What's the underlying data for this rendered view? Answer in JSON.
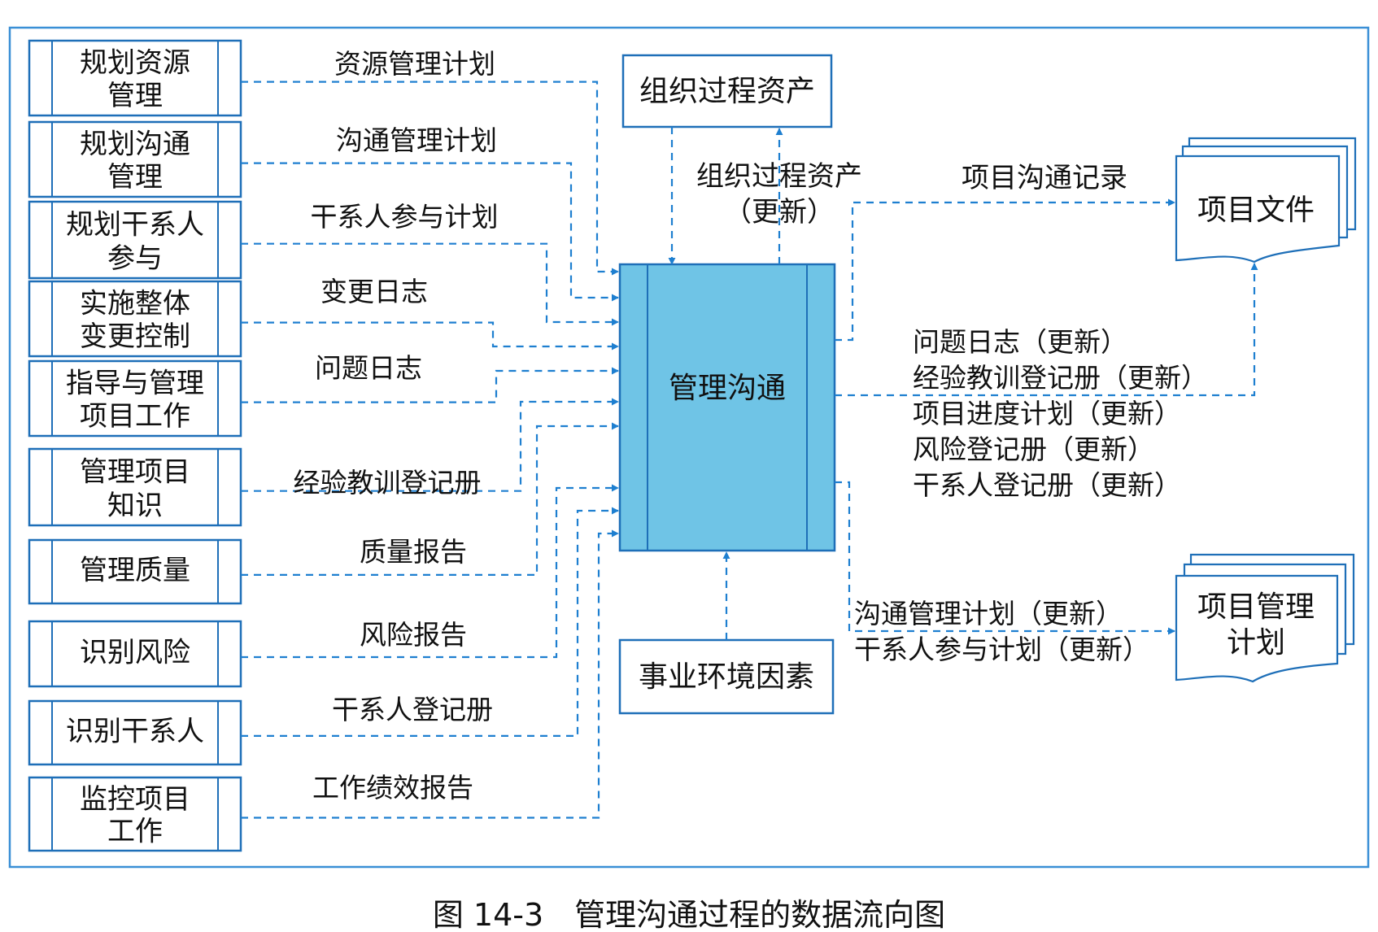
{
  "caption": "图 14-3　管理沟通过程的数据流向图",
  "center": {
    "label": "管理沟通"
  },
  "org_assets": {
    "label": "组织过程资产"
  },
  "eef": {
    "label": "事业环境因素"
  },
  "project_docs": {
    "label": "项目文件"
  },
  "pm_plan": {
    "line1": "项目管理",
    "line2": "计划"
  },
  "inputs": [
    {
      "line1": "规划资源",
      "line2": "管理",
      "flow": "资源管理计划"
    },
    {
      "line1": "规划沟通",
      "line2": "管理",
      "flow": "沟通管理计划"
    },
    {
      "line1": "规划干系人",
      "line2": "参与",
      "flow": "干系人参与计划"
    },
    {
      "line1": "实施整体",
      "line2": "变更控制",
      "flow": "变更日志"
    },
    {
      "line1": "指导与管理",
      "line2": "项目工作",
      "flow": "问题日志"
    },
    {
      "line1": "管理项目",
      "line2": "知识",
      "flow": "经验教训登记册"
    },
    {
      "line1": "管理质量",
      "line2": "",
      "flow": "质量报告"
    },
    {
      "line1": "识别风险",
      "line2": "",
      "flow": "风险报告"
    },
    {
      "line1": "识别干系人",
      "line2": "",
      "flow": "干系人登记册"
    },
    {
      "line1": "监控项目",
      "line2": "工作",
      "flow": "工作绩效报告"
    }
  ],
  "flows_out": {
    "org_update_line1": "组织过程资产",
    "org_update_line2": "（更新）",
    "comm_record": "项目沟通记录",
    "doc_updates": [
      "问题日志（更新）",
      "经验教训登记册（更新）",
      "项目进度计划（更新）",
      "风险登记册（更新）",
      "干系人登记册（更新）"
    ],
    "plan_updates": [
      "沟通管理计划（更新）",
      "干系人参与计划（更新）"
    ]
  },
  "colors": {
    "frame": "#3a8fd6",
    "line": "#1e7fd0",
    "center_fill": "#6fc4e6",
    "box_border": "#1e6fb8"
  }
}
